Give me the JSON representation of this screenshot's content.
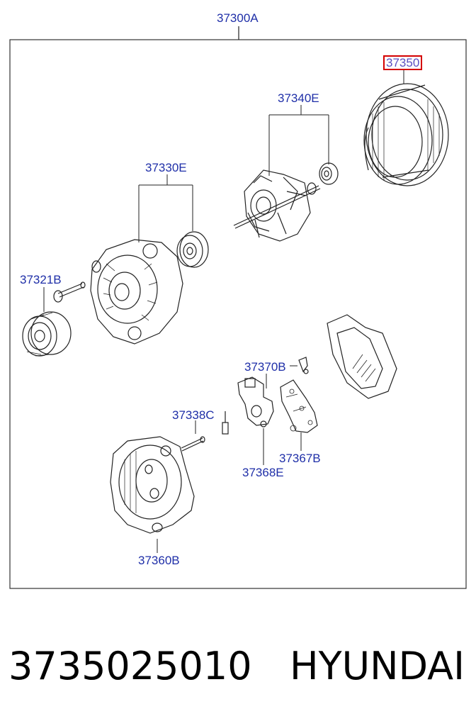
{
  "diagram": {
    "assembly_label": "37300A",
    "highlighted_label": "37350",
    "highlight_color": "#d40000",
    "label_color": "#1f2fa8",
    "labels": {
      "rotor": "37340E",
      "front_bracket": "37330E",
      "bolt": "37321B",
      "brush_holder": "37370B",
      "bolt_long": "37338C",
      "rectifier": "37367B",
      "regulator": "37368E",
      "rear_bracket": "37360B"
    }
  },
  "caption": {
    "part_number": "3735025010",
    "brand": "HYUNDAI"
  }
}
